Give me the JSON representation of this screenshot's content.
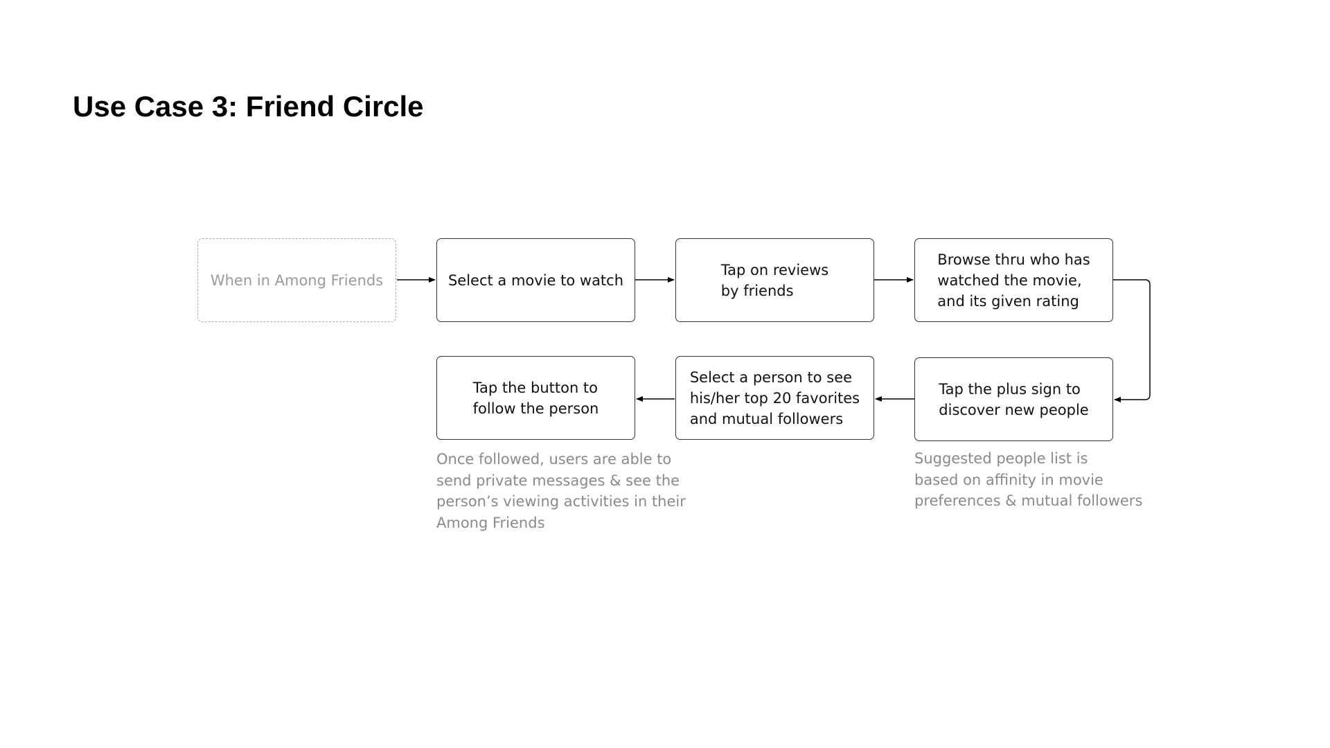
{
  "title": "Use Case 3: Friend Circle",
  "steps": [
    {
      "id": "start",
      "label": "When in Among Friends"
    },
    {
      "id": "select-movie",
      "label": "Select a movie to watch"
    },
    {
      "id": "tap-reviews",
      "label": "Tap on reviews\nby friends"
    },
    {
      "id": "browse-viewers",
      "label": "Browse thru who has\nwatched the movie,\nand its given rating"
    },
    {
      "id": "tap-plus",
      "label": "Tap the plus sign to\ndiscover new people"
    },
    {
      "id": "select-person",
      "label": "Select a person to see\nhis/her top 20 favorites\nand mutual followers"
    },
    {
      "id": "tap-follow",
      "label": "Tap the button to\nfollow the person"
    }
  ],
  "notes": {
    "follow": "Once followed, users are able to\nsend private messages & see the\nperson’s viewing activities in their\nAmong Friends",
    "suggested": "Suggested people list is\nbased on affinity in movie\npreferences & mutual followers"
  },
  "colors": {
    "box_border": "#333333",
    "dashed_border": "#aaaaaa",
    "muted_text": "#8a8a8a",
    "arrow": "#000000"
  }
}
